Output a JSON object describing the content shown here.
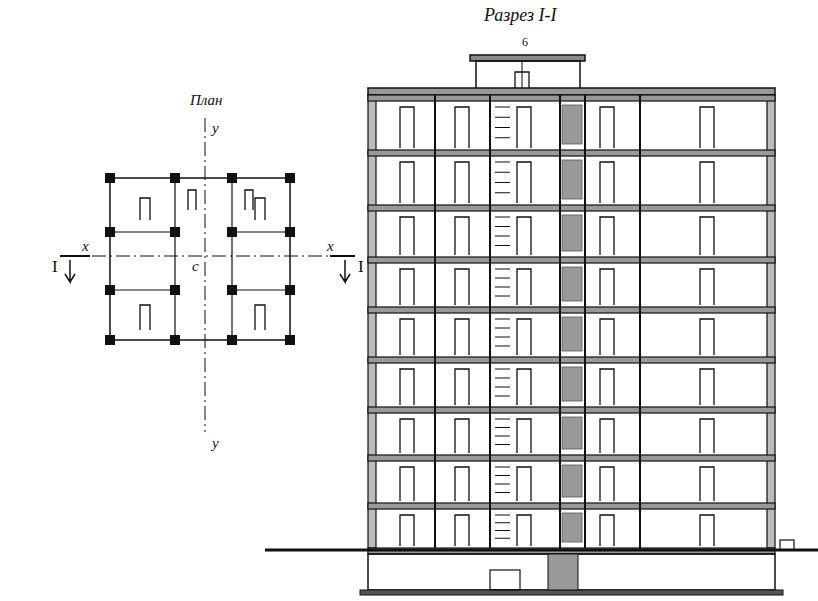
{
  "diagram": {
    "labels": [
      "План",
      "y",
      "y",
      "x",
      "x",
      "c",
      "I",
      "I",
      "Разрез I-I",
      "6"
    ]
  }
}
